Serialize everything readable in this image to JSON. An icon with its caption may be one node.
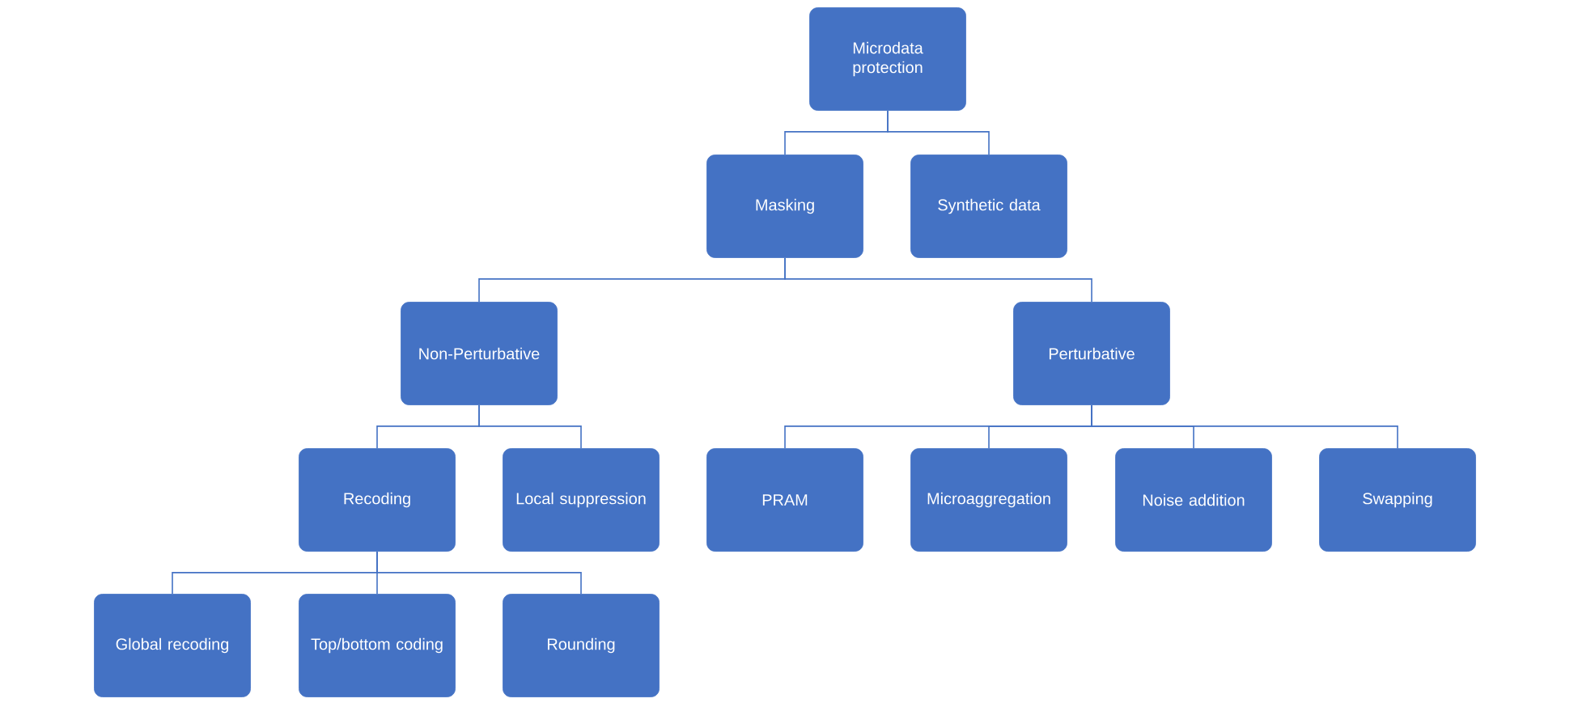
{
  "diagram": {
    "nodes": [
      {
        "text": [
          "Microdata protection"
        ]
      },
      {
        "text": [
          "Masking"
        ]
      },
      {
        "text": [
          "Synthetic data"
        ]
      },
      {
        "text": [
          "Non-Perturbative"
        ]
      },
      {
        "text": [
          "Perturbative"
        ]
      },
      {
        "text": [
          "Recoding"
        ]
      },
      {
        "text": [
          "Local suppression"
        ]
      },
      {
        "text": [
          "PRAM"
        ]
      },
      {
        "text": [
          "Microaggregation"
        ]
      },
      {
        "text": [
          "Noise addition"
        ]
      },
      {
        "text": [
          "Swapping"
        ]
      },
      {
        "text": [
          "Global recoding"
        ]
      },
      {
        "text": [
          "Top/bottom coding"
        ]
      },
      {
        "text": [
          "Rounding"
        ]
      }
    ],
    "edges": [
      {
        "from": 0,
        "to": 1,
        "arrow": "none"
      },
      {
        "from": 0,
        "to": 2,
        "arrow": "none"
      },
      {
        "from": 1,
        "to": 3,
        "arrow": "none"
      },
      {
        "from": 1,
        "to": 4,
        "arrow": "none"
      },
      {
        "from": 3,
        "to": 5,
        "arrow": "none"
      },
      {
        "from": 3,
        "to": 6,
        "arrow": "none"
      },
      {
        "from": 4,
        "to": 7,
        "arrow": "none"
      },
      {
        "from": 4,
        "to": 8,
        "arrow": "none"
      },
      {
        "from": 4,
        "to": 9,
        "arrow": "none"
      },
      {
        "from": 4,
        "to": 10,
        "arrow": "none"
      },
      {
        "from": 5,
        "to": 11,
        "arrow": "none"
      },
      {
        "from": 5,
        "to": 12,
        "arrow": "none"
      },
      {
        "from": 5,
        "to": 13,
        "arrow": "none"
      }
    ]
  }
}
